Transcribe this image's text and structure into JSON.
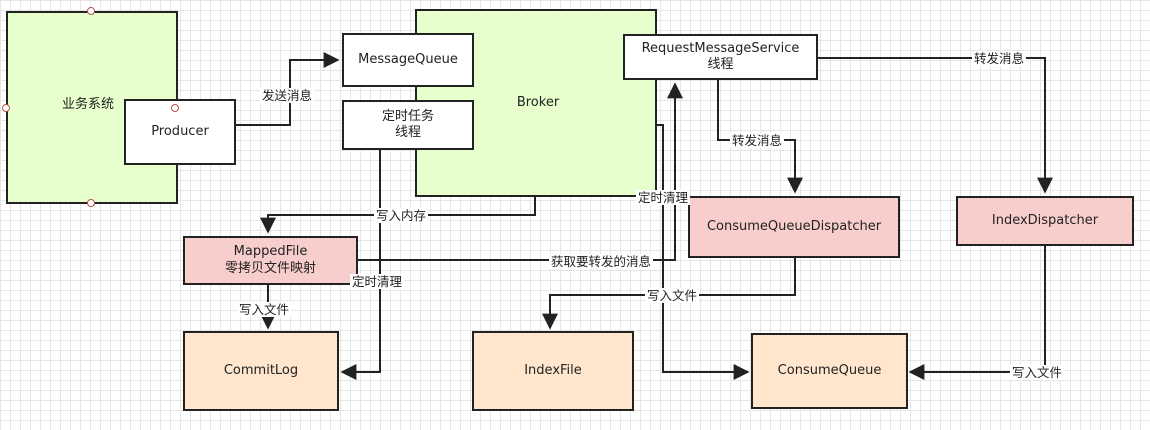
{
  "nodes": {
    "business": "业务系统",
    "producer": "Producer",
    "message_queue": "MessageQueue",
    "broker": "Broker",
    "timer_thread": "定时任务\n线程",
    "request_service": "RequestMessageService\n线程",
    "mapped_file": "MappedFile\n零拷贝文件映射",
    "consume_dispatcher": "ConsumeQueueDispatcher",
    "index_dispatcher": "IndexDispatcher",
    "commit_log": "CommitLog",
    "index_file": "IndexFile",
    "consume_queue": "ConsumeQueue"
  },
  "edge_labels": {
    "send_message": "发送消息",
    "forward_message_right": "转发消息",
    "forward_message_down": "转发消息",
    "write_memory": "写入内存",
    "scheduled_clean_top": "定时清理",
    "scheduled_clean_left": "定时清理",
    "fetch_to_forward": "获取要转发的消息",
    "write_file_mapped": "写入文件",
    "write_file_dispatcher": "写入文件",
    "write_file_index": "写入文件"
  },
  "colors": {
    "green": "#e6ffcc",
    "pink": "#f8cecc",
    "orange": "#ffe6cc",
    "port": "#b85450"
  }
}
